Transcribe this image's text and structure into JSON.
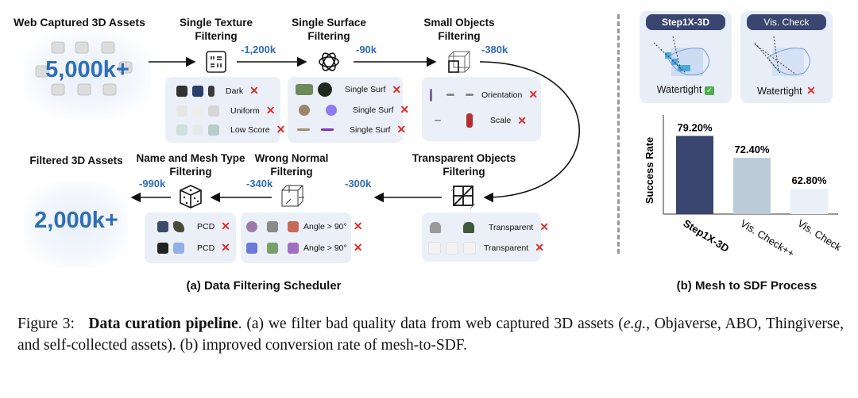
{
  "left": {
    "source_title": "Web Captured 3D Assets",
    "source_count": "5,000k+",
    "result_title": "Filtered 3D Assets",
    "result_count": "2,000k+",
    "stages": [
      {
        "title1": "Single Texture",
        "title2": "Filtering",
        "removed": "-1,200k",
        "icon": "texture-grid-icon",
        "examples": [
          "Dark",
          "Uniform",
          "Low Score"
        ]
      },
      {
        "title1": "Single Surface",
        "title2": "Filtering",
        "removed": "-90k",
        "icon": "knot-icon",
        "examples": [
          "Single Surf",
          "Single Surf",
          "Single Surf"
        ]
      },
      {
        "title1": "Small Objects",
        "title2": "Filtering",
        "removed": "-380k",
        "icon": "nested-cube-icon",
        "examples": [
          "Orientation",
          "Scale"
        ]
      },
      {
        "title1": "Transparent Objects",
        "title2": "Filtering",
        "removed": "-300k",
        "icon": "hatched-cube-icon",
        "examples": [
          "Transparent",
          "Transparent"
        ]
      },
      {
        "title1": "Wrong Normal",
        "title2": "Filtering",
        "removed": "-340k",
        "icon": "normal-cube-icon",
        "examples": [
          "Angle > 90°",
          "Angle > 90°"
        ]
      },
      {
        "title1": "Name and Mesh Type",
        "title2": "Filtering",
        "removed": "-990k",
        "icon": "dice-icon",
        "examples": [
          "PCD",
          "PCD"
        ]
      }
    ],
    "subtitle": "(a) Data Filtering Scheduler"
  },
  "right": {
    "cards": [
      {
        "label": "Step1X-3D",
        "status": "Watertight",
        "ok": true
      },
      {
        "label": "Vis. Check",
        "status": "Watertight",
        "ok": false
      }
    ],
    "subtitle": "(b) Mesh to SDF Process"
  },
  "chart_data": {
    "type": "bar",
    "ylabel": "Success Rate",
    "categories": [
      "Step1X-3D",
      "Vis. Check++",
      "Vis. Check"
    ],
    "values": [
      79.2,
      72.4,
      62.8
    ],
    "value_labels": [
      "79.20%",
      "72.40%",
      "62.80%"
    ],
    "colors": [
      "#3a4670",
      "#bccbd8",
      "#eaf0f8"
    ],
    "ylim": [
      55,
      82
    ]
  },
  "caption": {
    "figure": "Figure 3:",
    "bold": "Data curation pipeline",
    "t1": ". (a) we filter bad quality data from web captured 3D assets (",
    "eg": "e.g.",
    "t2": ", Objaverse, ABO, Thingiverse, and self-collected assets). (b) improved conversion rate of mesh-to-SDF."
  }
}
